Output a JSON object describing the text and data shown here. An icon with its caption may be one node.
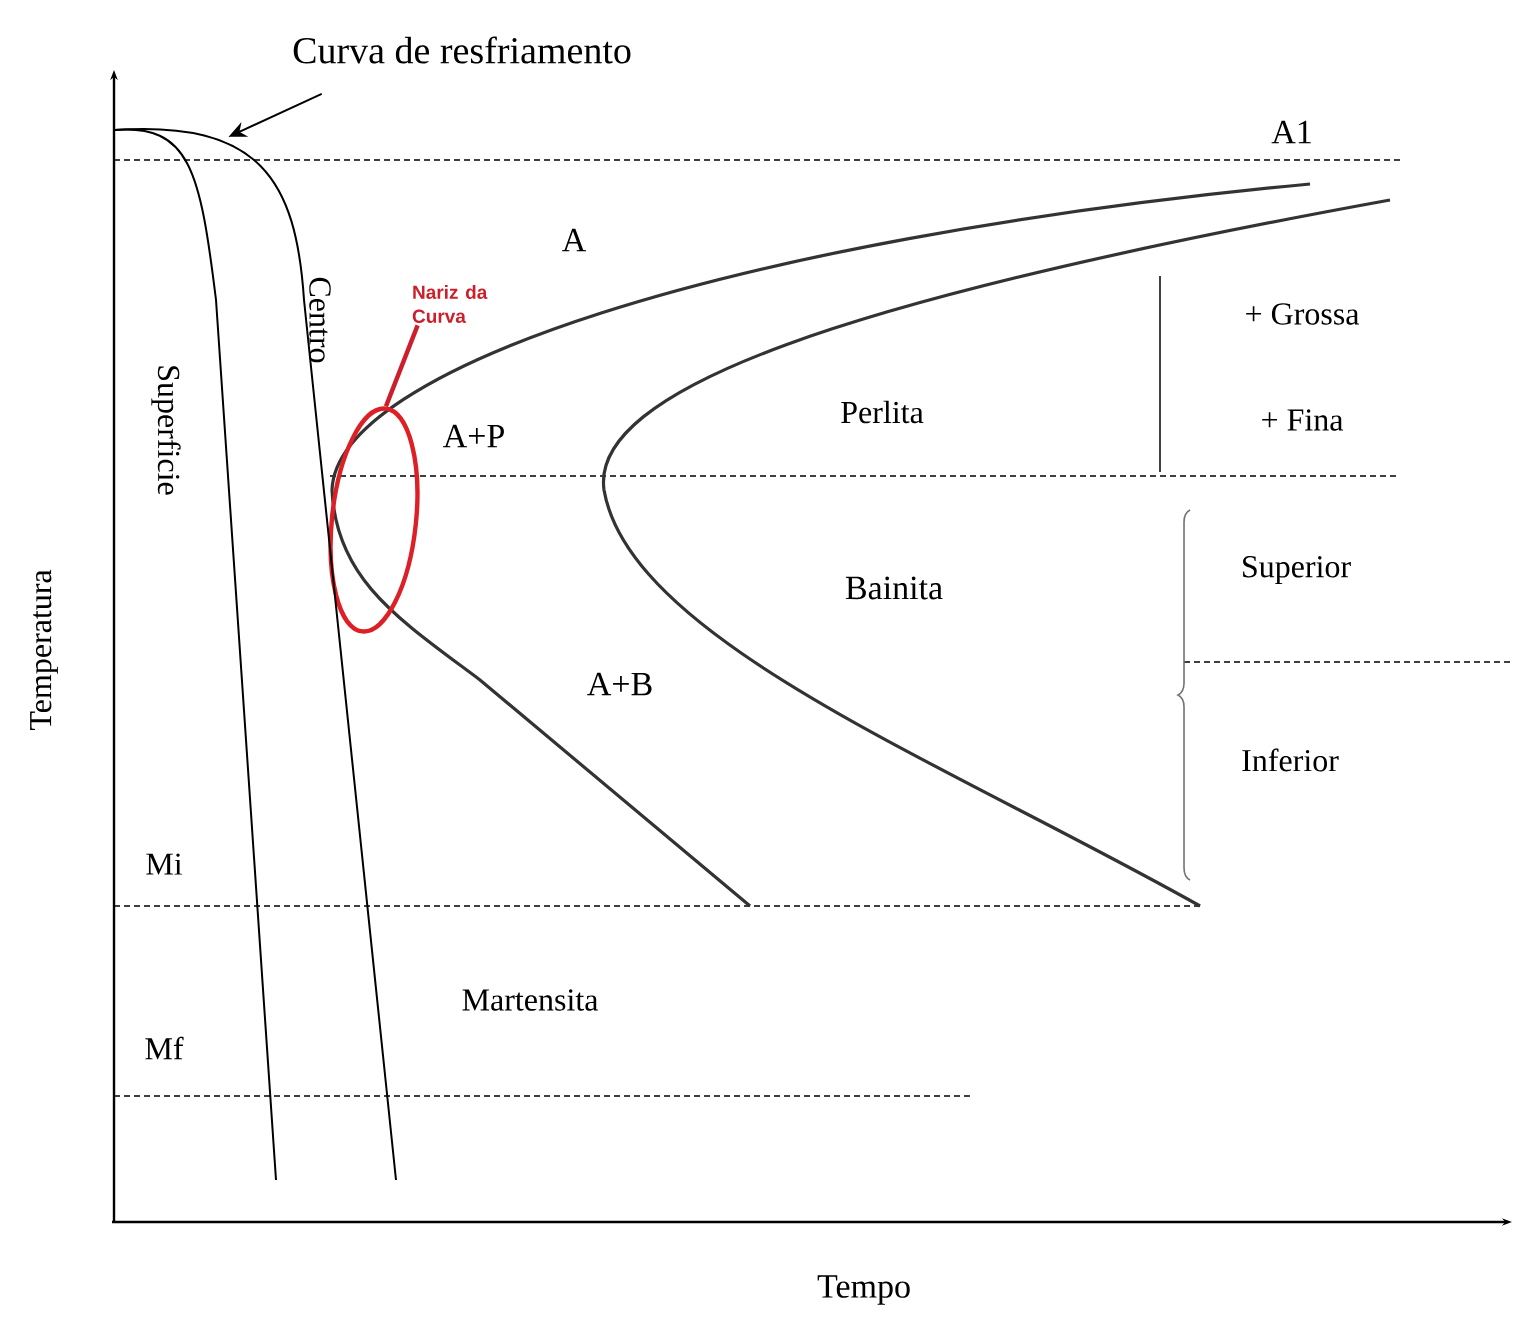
{
  "diagram": {
    "nodes": [
      {
        "text": [
          "Curva de resfriamento"
        ]
      },
      {
        "text": [
          "Nariz da Curva"
        ]
      },
      {
        "text": [],
        "shape": "ellipse"
      },
      {
        "text": [],
        "shape": "curve"
      }
    ],
    "edges": [
      {
        "from": 0,
        "to": 3,
        "arrow": "to"
      },
      {
        "from": 1,
        "to": 2,
        "arrow": "none",
        "color": "#cc1f2b"
      }
    ],
    "labels": [
      "A1",
      "A",
      "Centro",
      "Superficie",
      "A+P",
      "Perlita",
      "+ Grossa",
      "+ Fina",
      "Bainita",
      "Superior",
      "Inferior",
      "A+B",
      "Mi",
      "Mf",
      "Martensita",
      "Temperatura",
      "Tempo"
    ]
  }
}
